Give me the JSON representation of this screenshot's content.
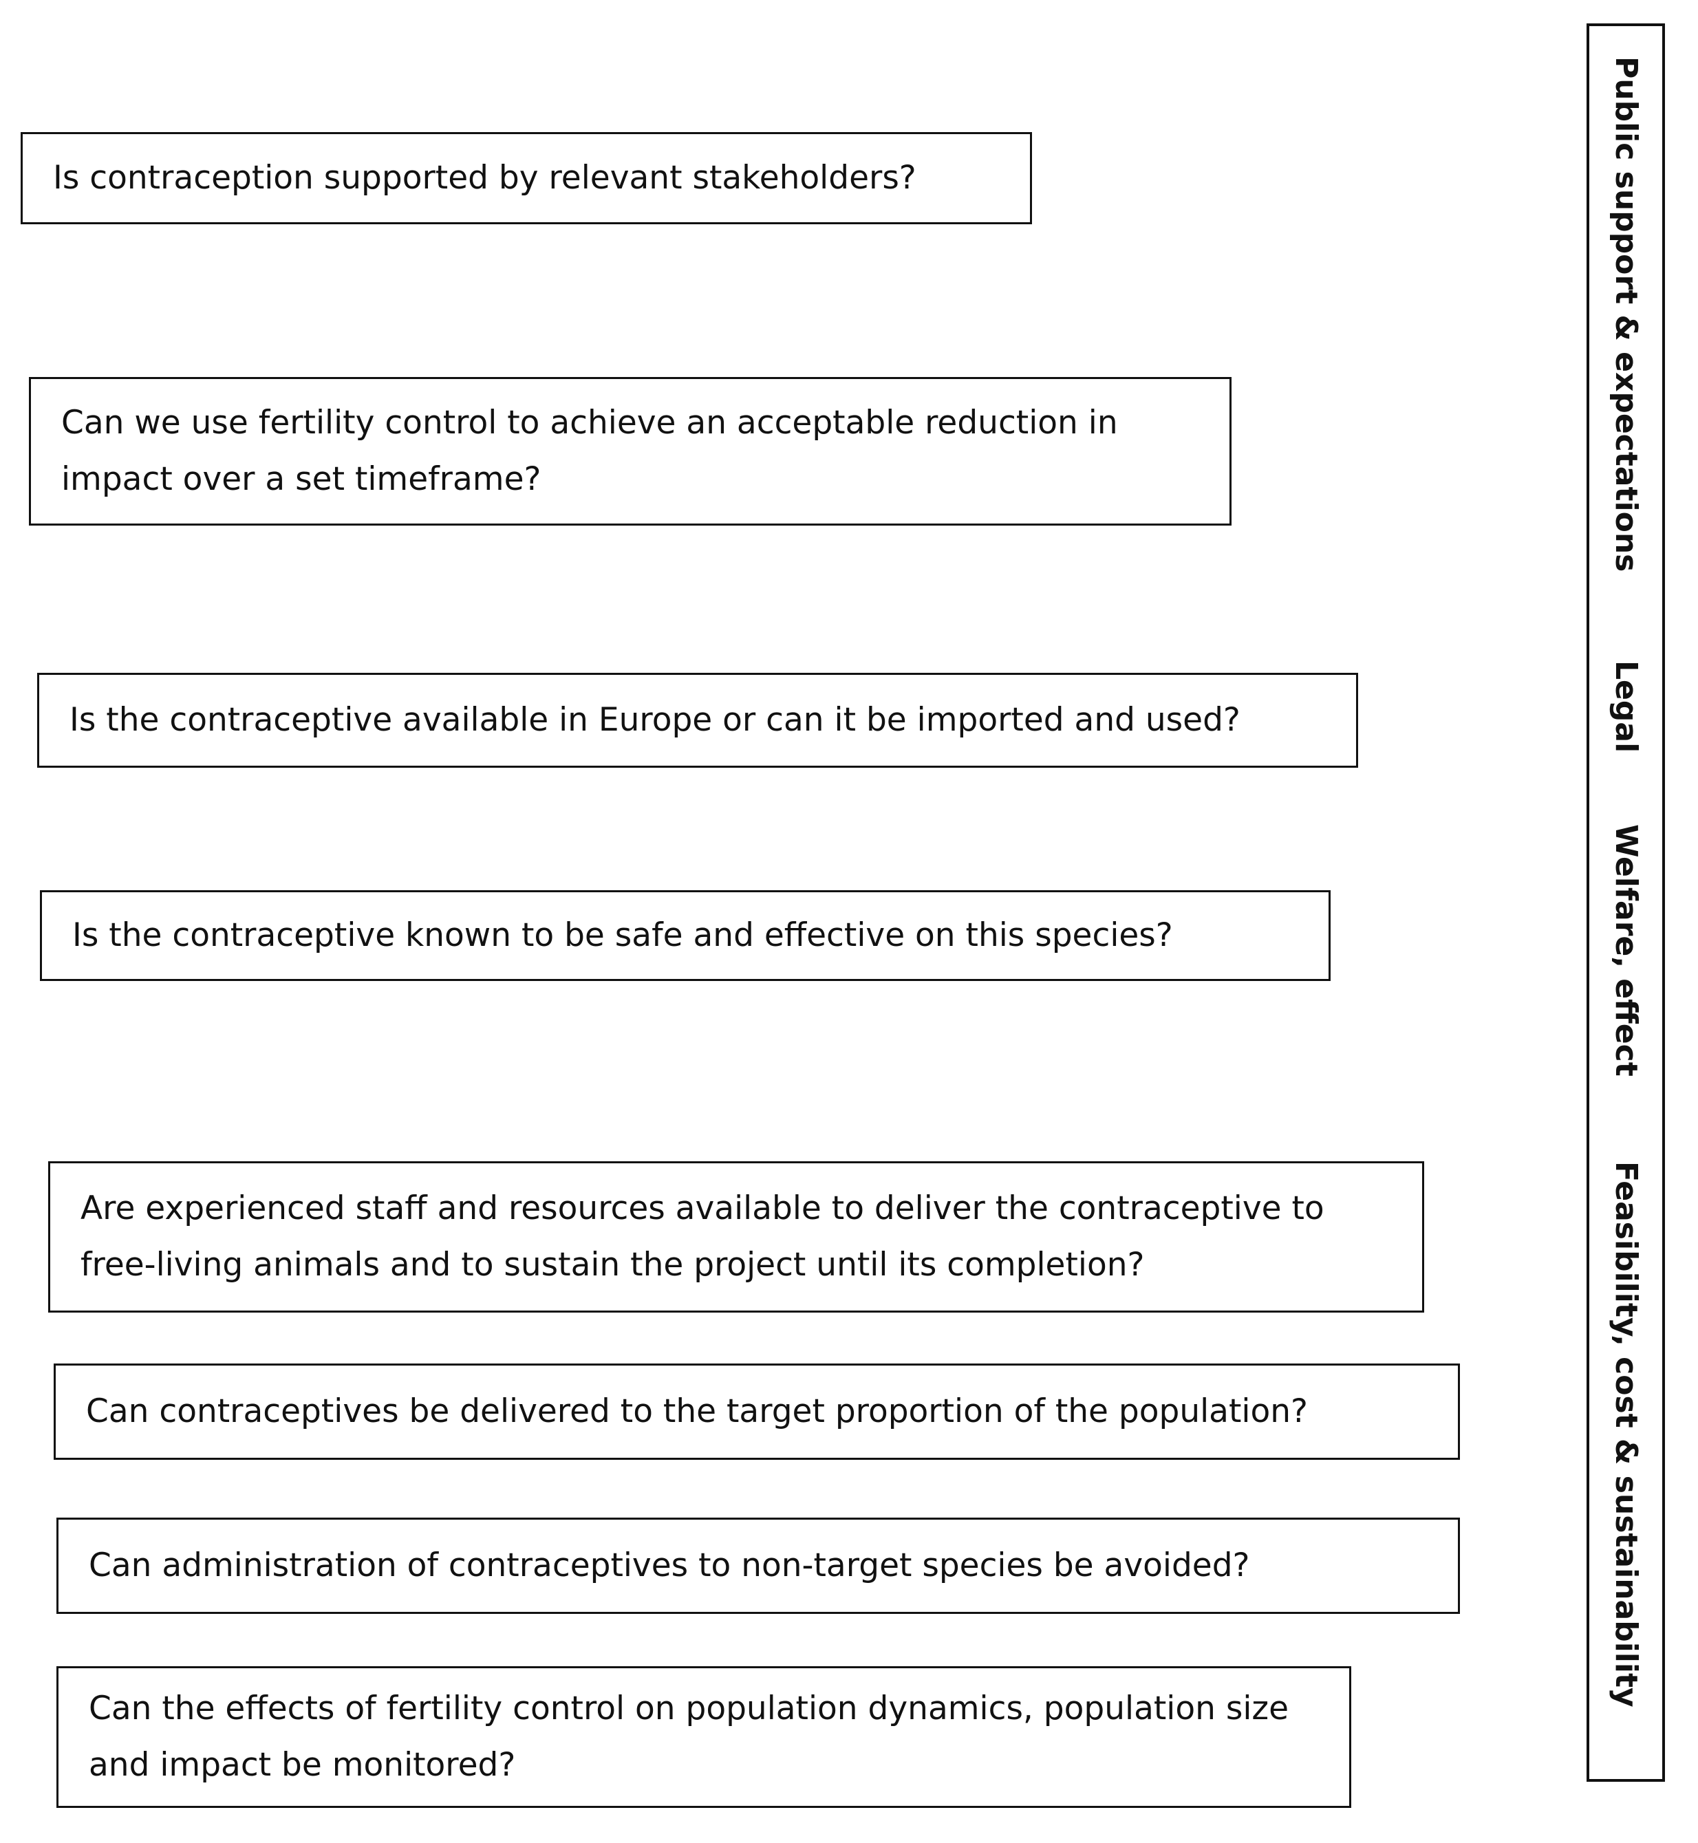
{
  "questions": [
    "Is contraception supported by relevant stakeholders?",
    "Can we use fertility control to achieve an acceptable reduction in impact over a set timeframe?",
    "Is the contraceptive available in Europe or can it be imported and used?",
    "Is the contraceptive known to be safe and effective on this species?",
    "Are experienced staff and resources available to deliver the contraceptive to free-living animals and to sustain the project until its completion?",
    "Can contraceptives be delivered to the target proportion of the population?",
    "Can administration of contraceptives to non-target species be avoided?",
    "Can the effects of fertility control on population dynamics, population size and impact be monitored?"
  ],
  "categories": [
    "Public support & expectations",
    "Legal",
    "Welfare, effect",
    "Feasibility, cost & sustainability"
  ]
}
